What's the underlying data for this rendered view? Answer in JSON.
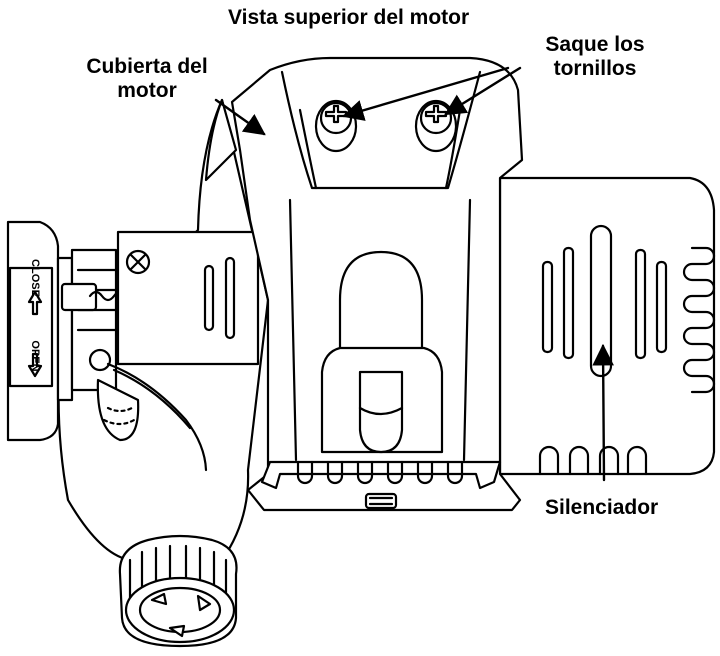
{
  "title": "Vista superior del motor",
  "labels": {
    "cover_line1": "Cubierta del",
    "cover_line2": "motor",
    "screws_line1": "Saque los",
    "screws_line2": "tornillos",
    "muffler": "Silenciador"
  },
  "dial": {
    "open": "OPEN",
    "close": "CLOSE"
  },
  "colors": {
    "line": "#000000",
    "fill": "#ffffff"
  }
}
